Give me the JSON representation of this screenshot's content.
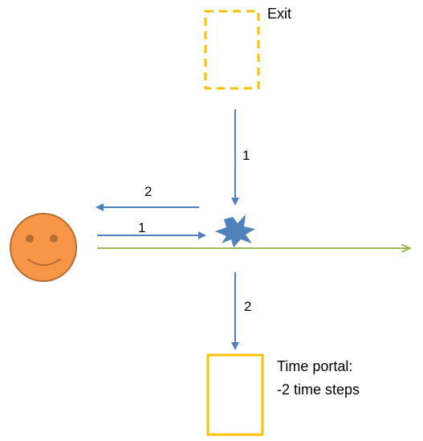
{
  "exit_label": "Exit",
  "portal_label_line1": "Time portal:",
  "portal_label_line2": "-2 time steps",
  "arrow_labels": {
    "down_to_collision": "1",
    "left_back": "2",
    "right_incoming": "1",
    "down_to_portal": "2"
  },
  "colors": {
    "exit_box": "#ffc000",
    "portal_box": "#ffc000",
    "arrows": "#4f81bd",
    "trajectory": "#9bbb59",
    "smiley_fill": "#f79646",
    "smiley_stroke": "#b66d31",
    "collision": "#4f81bd"
  }
}
